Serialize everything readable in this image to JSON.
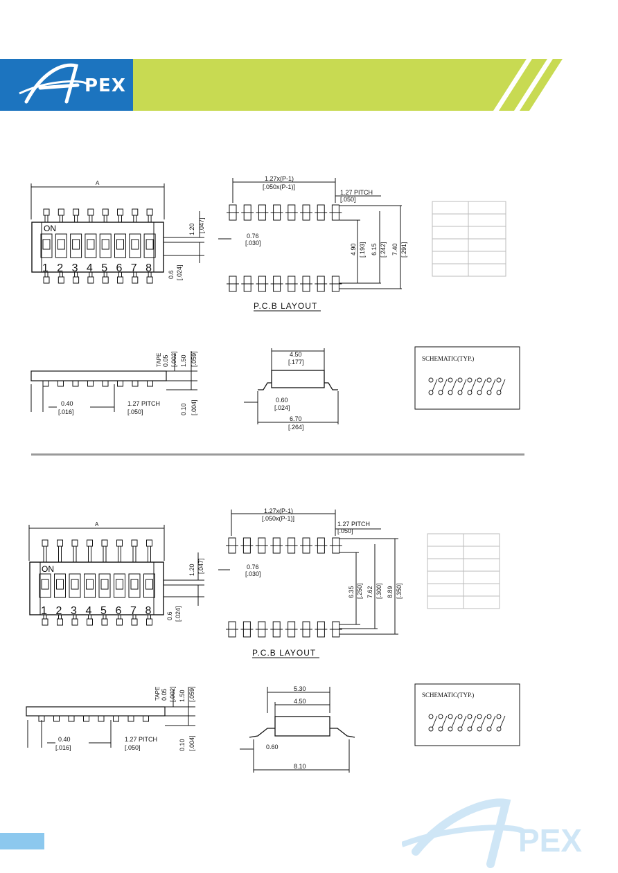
{
  "header": {
    "brand": "A-PEX",
    "brand_mark": "A",
    "brand_rest": "PEX",
    "colors": {
      "blue": "#1c74bf",
      "green": "#c8da52"
    }
  },
  "footer": {
    "brand_mark": "A",
    "brand_rest": "PEX",
    "tab_color": "#8cc8ee"
  },
  "sections": [
    {
      "id": "top",
      "dim_a": "A",
      "on_label": "ON",
      "switch_numbers": [
        "1",
        "2",
        "3",
        "4",
        "5",
        "6",
        "7",
        "8"
      ],
      "side_dims": {
        "upper": "1.20",
        "upper_in": "[.047]",
        "lower": "0.6",
        "lower_in": "[.024]"
      },
      "pcb": {
        "span": "1.27x(P-1)",
        "span_in": "[.050x(P-1)]",
        "pitch": "1.27 PITCH",
        "pitch_in": "[.050]",
        "pad": "0.76",
        "pad_in": "[.030]",
        "d1": "4.90",
        "d1_in": "[.193]",
        "d2": "6.15",
        "d2_in": "[.242]",
        "d3": "7.40",
        "d3_in": "[.291]",
        "title": "P.C.B  LAYOUT"
      },
      "profile": {
        "tape": "TAPE",
        "tape_val": "0.05",
        "tape_in": "[.002]",
        "h": "1.50",
        "h_in": "[.059]",
        "lead": "0.40",
        "lead_in": "[.016]",
        "pitch": "1.27 PITCH",
        "pitch_in": "[.050]",
        "stand": "0.10",
        "stand_in": "[.004]"
      },
      "end_view": {
        "body": "4.50",
        "body_in": "[.177]",
        "lead": "0.60",
        "lead_in": "[.024]",
        "overall": "6.70",
        "overall_in": "[.264]"
      },
      "schematic_title": "SCHEMATIC(TYP.)"
    },
    {
      "id": "bottom",
      "dim_a": "A",
      "on_label": "ON",
      "switch_numbers": [
        "1",
        "2",
        "3",
        "4",
        "5",
        "6",
        "7",
        "8"
      ],
      "side_dims": {
        "upper": "1.20",
        "upper_in": "[.047]",
        "lower": "0.6",
        "lower_in": "[.024]"
      },
      "pcb": {
        "span": "1.27x(P-1)",
        "span_in": "[.050x(P-1)]",
        "pitch": "1.27 PITCH",
        "pitch_in": "[.050]",
        "pad": "0.76",
        "pad_in": "[.030]",
        "d1": "6.35",
        "d1_in": "[.250]",
        "d2": "7.62",
        "d2_in": "[.300]",
        "d3": "8.89",
        "d3_in": "[.350]",
        "title": "P.C.B  LAYOUT"
      },
      "profile": {
        "tape": "TAPE",
        "tape_val": "0.05",
        "tape_in": "[.002]",
        "h": "1.50",
        "h_in": "[.059]",
        "lead": "0.40",
        "lead_in": "[.016]",
        "pitch": "1.27 PITCH",
        "pitch_in": "[.050]",
        "stand": "0.10",
        "stand_in": "[.004]"
      },
      "end_view": {
        "outer": "5.30",
        "body": "4.50",
        "lead": "0.60",
        "overall": "8.10"
      },
      "schematic_title": "SCHEMATIC(TYP.)"
    }
  ]
}
